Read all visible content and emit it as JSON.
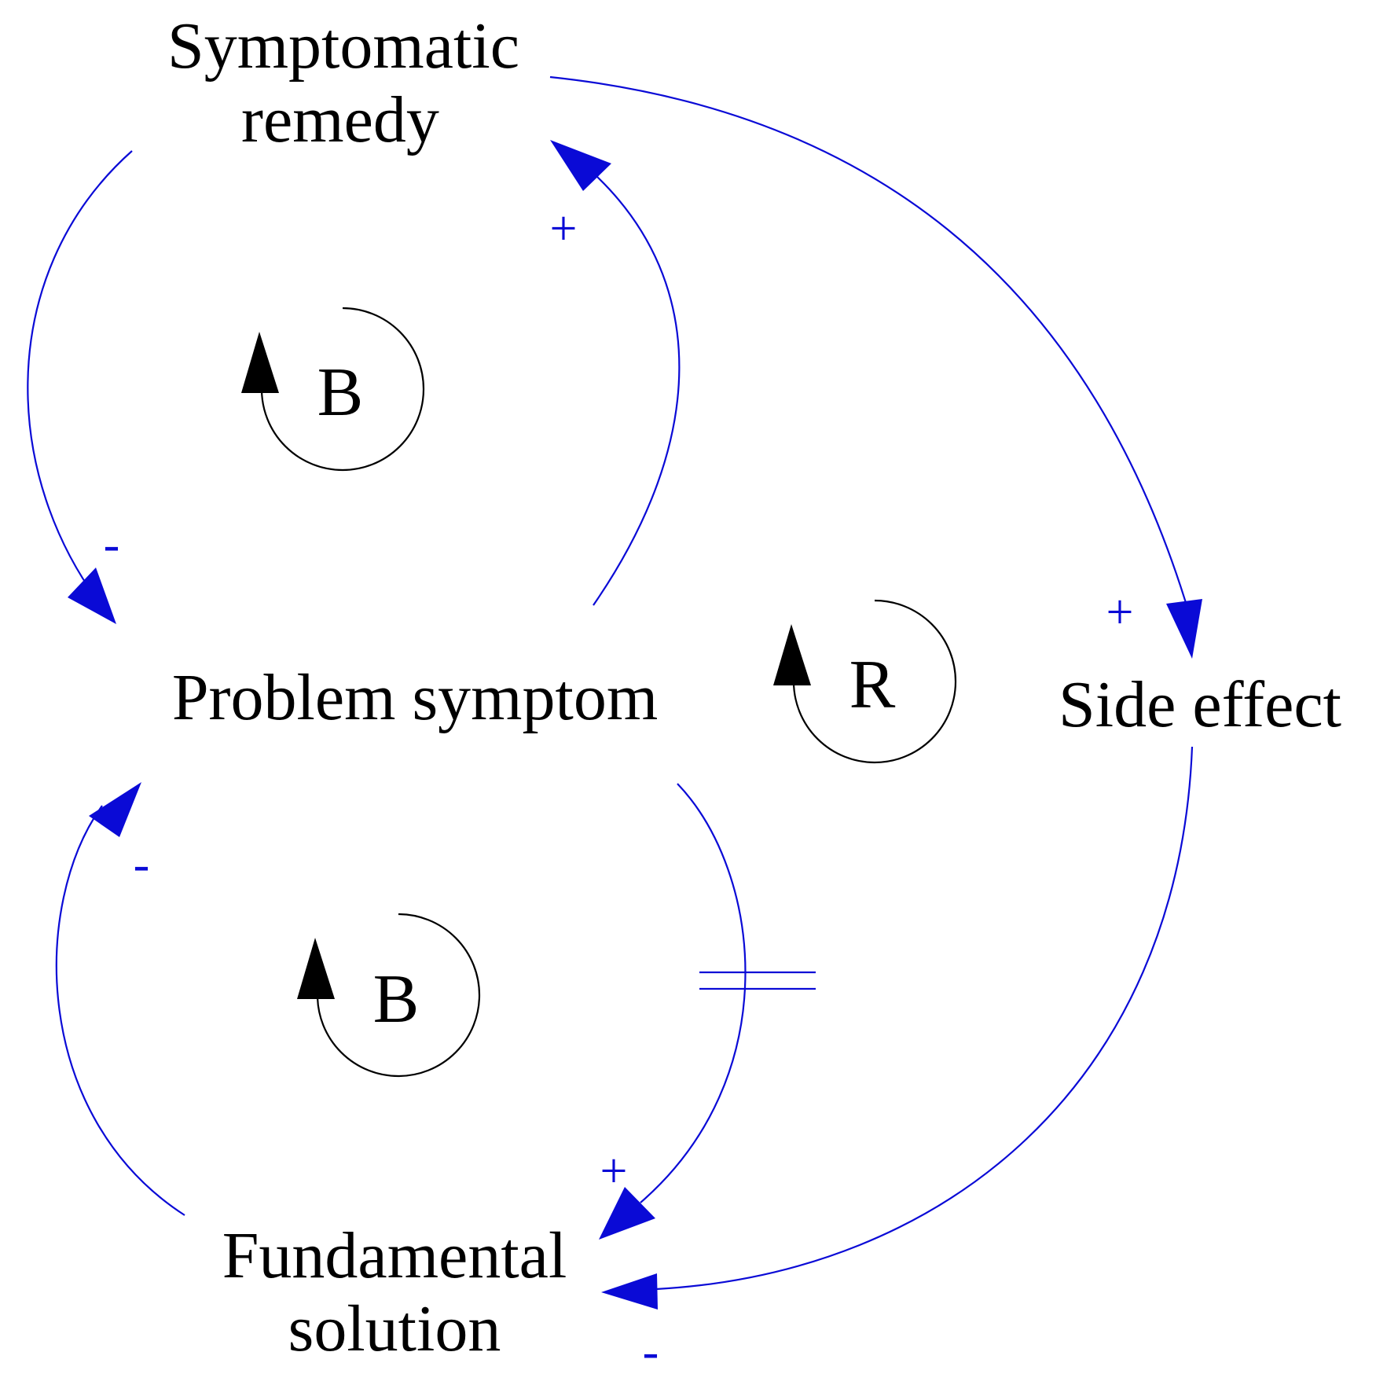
{
  "colors": {
    "link": "#0a0ad6",
    "text": "#000000",
    "loop": "#000000"
  },
  "nodes": {
    "symptomatic_remedy": {
      "line1": "Symptomatic",
      "line2": "remedy"
    },
    "problem_symptom": {
      "label": "Problem symptom"
    },
    "side_effect": {
      "label": "Side effect"
    },
    "fundamental_solution": {
      "line1": "Fundamental",
      "line2": "solution"
    }
  },
  "loops": {
    "upper_balancing": "B",
    "lower_balancing": "B",
    "reinforcing": "R"
  },
  "polarities": {
    "remedy_to_symptom": "-",
    "symptom_to_remedy": "+",
    "remedy_to_side_effect": "+",
    "side_effect_to_solution": "-",
    "symptom_to_solution": "+",
    "solution_to_symptom": "-"
  }
}
